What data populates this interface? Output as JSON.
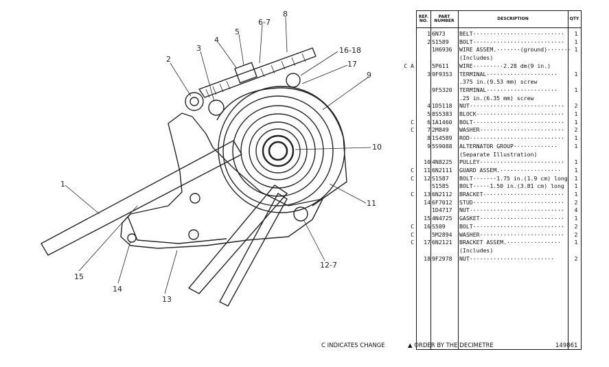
{
  "diagram": {
    "callouts": [
      "1",
      "2",
      "3",
      "4",
      "5",
      "6-7",
      "8",
      "16-18",
      "17",
      "9",
      "10",
      "11",
      "12-7",
      "13",
      "14",
      "15"
    ]
  },
  "table": {
    "headers": {
      "ref": "REF. NO.",
      "part": "PART NUMBER",
      "desc": "DESCRIPTION",
      "qty": "QTY"
    },
    "rows": [
      {
        "ind": "",
        "ref": "1",
        "part": "6N73",
        "desc": "BELT···························",
        "qty": "1"
      },
      {
        "ind": "",
        "ref": "2",
        "part": "S1589",
        "desc": "BOLT···························",
        "qty": "1"
      },
      {
        "ind": "",
        "ref": "",
        "part": "1H6936",
        "desc": "WIRE ASSEM.·······(ground)·······",
        "qty": "1"
      },
      {
        "ind": "",
        "ref": "",
        "part": "",
        "desc": "   (Includes)",
        "qty": ""
      },
      {
        "ind": "C A",
        "ref": "",
        "part": "5P611",
        "desc": "   WIRE·········2.28 dm(9 in.)",
        "qty": ""
      },
      {
        "ind": "",
        "ref": "3",
        "part": "9F9353",
        "desc": "   TERMINAL·····················",
        "qty": "1"
      },
      {
        "ind": "",
        "ref": "",
        "part": "",
        "desc": "   .375 in.(9.53 mm) screw",
        "qty": ""
      },
      {
        "ind": "",
        "ref": "",
        "part": "9F5320",
        "desc": "   TERMINAL·····················",
        "qty": "1"
      },
      {
        "ind": "",
        "ref": "",
        "part": "",
        "desc": "   .25 in.(6.35 mm) screw",
        "qty": ""
      },
      {
        "ind": "",
        "ref": "4",
        "part": "1D5118",
        "desc": "NUT····························",
        "qty": "2"
      },
      {
        "ind": "",
        "ref": "5",
        "part": "8S5383",
        "desc": "BLOCK··························",
        "qty": "1"
      },
      {
        "ind": "C",
        "ref": "6",
        "part": "1A1460",
        "desc": "BOLT···························",
        "qty": "1"
      },
      {
        "ind": "C",
        "ref": "7",
        "part": "2M849",
        "desc": "WASHER·························",
        "qty": "2"
      },
      {
        "ind": "",
        "ref": "8",
        "part": "1S4589",
        "desc": "ROD····························",
        "qty": "1"
      },
      {
        "ind": "",
        "ref": "9",
        "part": "5S9088",
        "desc": "ALTERNATOR GROUP·············",
        "qty": "1"
      },
      {
        "ind": "",
        "ref": "",
        "part": "",
        "desc": "     (Separate Illustration)",
        "qty": ""
      },
      {
        "ind": "",
        "ref": "10",
        "part": "4N8225",
        "desc": "PULLEY·························",
        "qty": "1"
      },
      {
        "ind": "C",
        "ref": "11",
        "part": "6N2111",
        "desc": "GUARD ASSEM.··················",
        "qty": "1"
      },
      {
        "ind": "C",
        "ref": "12",
        "part": "S1587",
        "desc": "BOLT·······1.75 in.(1.9 cm) long",
        "qty": "1"
      },
      {
        "ind": "",
        "ref": "",
        "part": "S1585",
        "desc": "BOLT·····1.50 in.(3.81 cm) long",
        "qty": "1"
      },
      {
        "ind": "C",
        "ref": "13",
        "part": "6N2112",
        "desc": "BRACKET························",
        "qty": "1"
      },
      {
        "ind": "",
        "ref": "14",
        "part": "6F7012",
        "desc": "STUD···························",
        "qty": "2"
      },
      {
        "ind": "",
        "ref": "",
        "part": "1D4717",
        "desc": "NUT····························",
        "qty": "4"
      },
      {
        "ind": "",
        "ref": "15",
        "part": "4N4725",
        "desc": "GASKET·························",
        "qty": "1"
      },
      {
        "ind": "C",
        "ref": "16",
        "part": "S509",
        "desc": "BOLT···························",
        "qty": "2"
      },
      {
        "ind": "C",
        "ref": "",
        "part": "5M2894",
        "desc": "WASHER·························",
        "qty": "2"
      },
      {
        "ind": "C",
        "ref": "17",
        "part": "6N2121",
        "desc": "BRACKET ASSEM.················",
        "qty": "1"
      },
      {
        "ind": "",
        "ref": "",
        "part": "",
        "desc": "   (Includes)",
        "qty": ""
      },
      {
        "ind": "",
        "ref": "18",
        "part": "9F2978",
        "desc": "   NUT·························",
        "qty": "2"
      }
    ]
  },
  "footer": {
    "change_note": "C INDICATES CHANGE",
    "order_note": "▲ ORDER BY THE DECIMETRE",
    "ref_code": "149861"
  }
}
